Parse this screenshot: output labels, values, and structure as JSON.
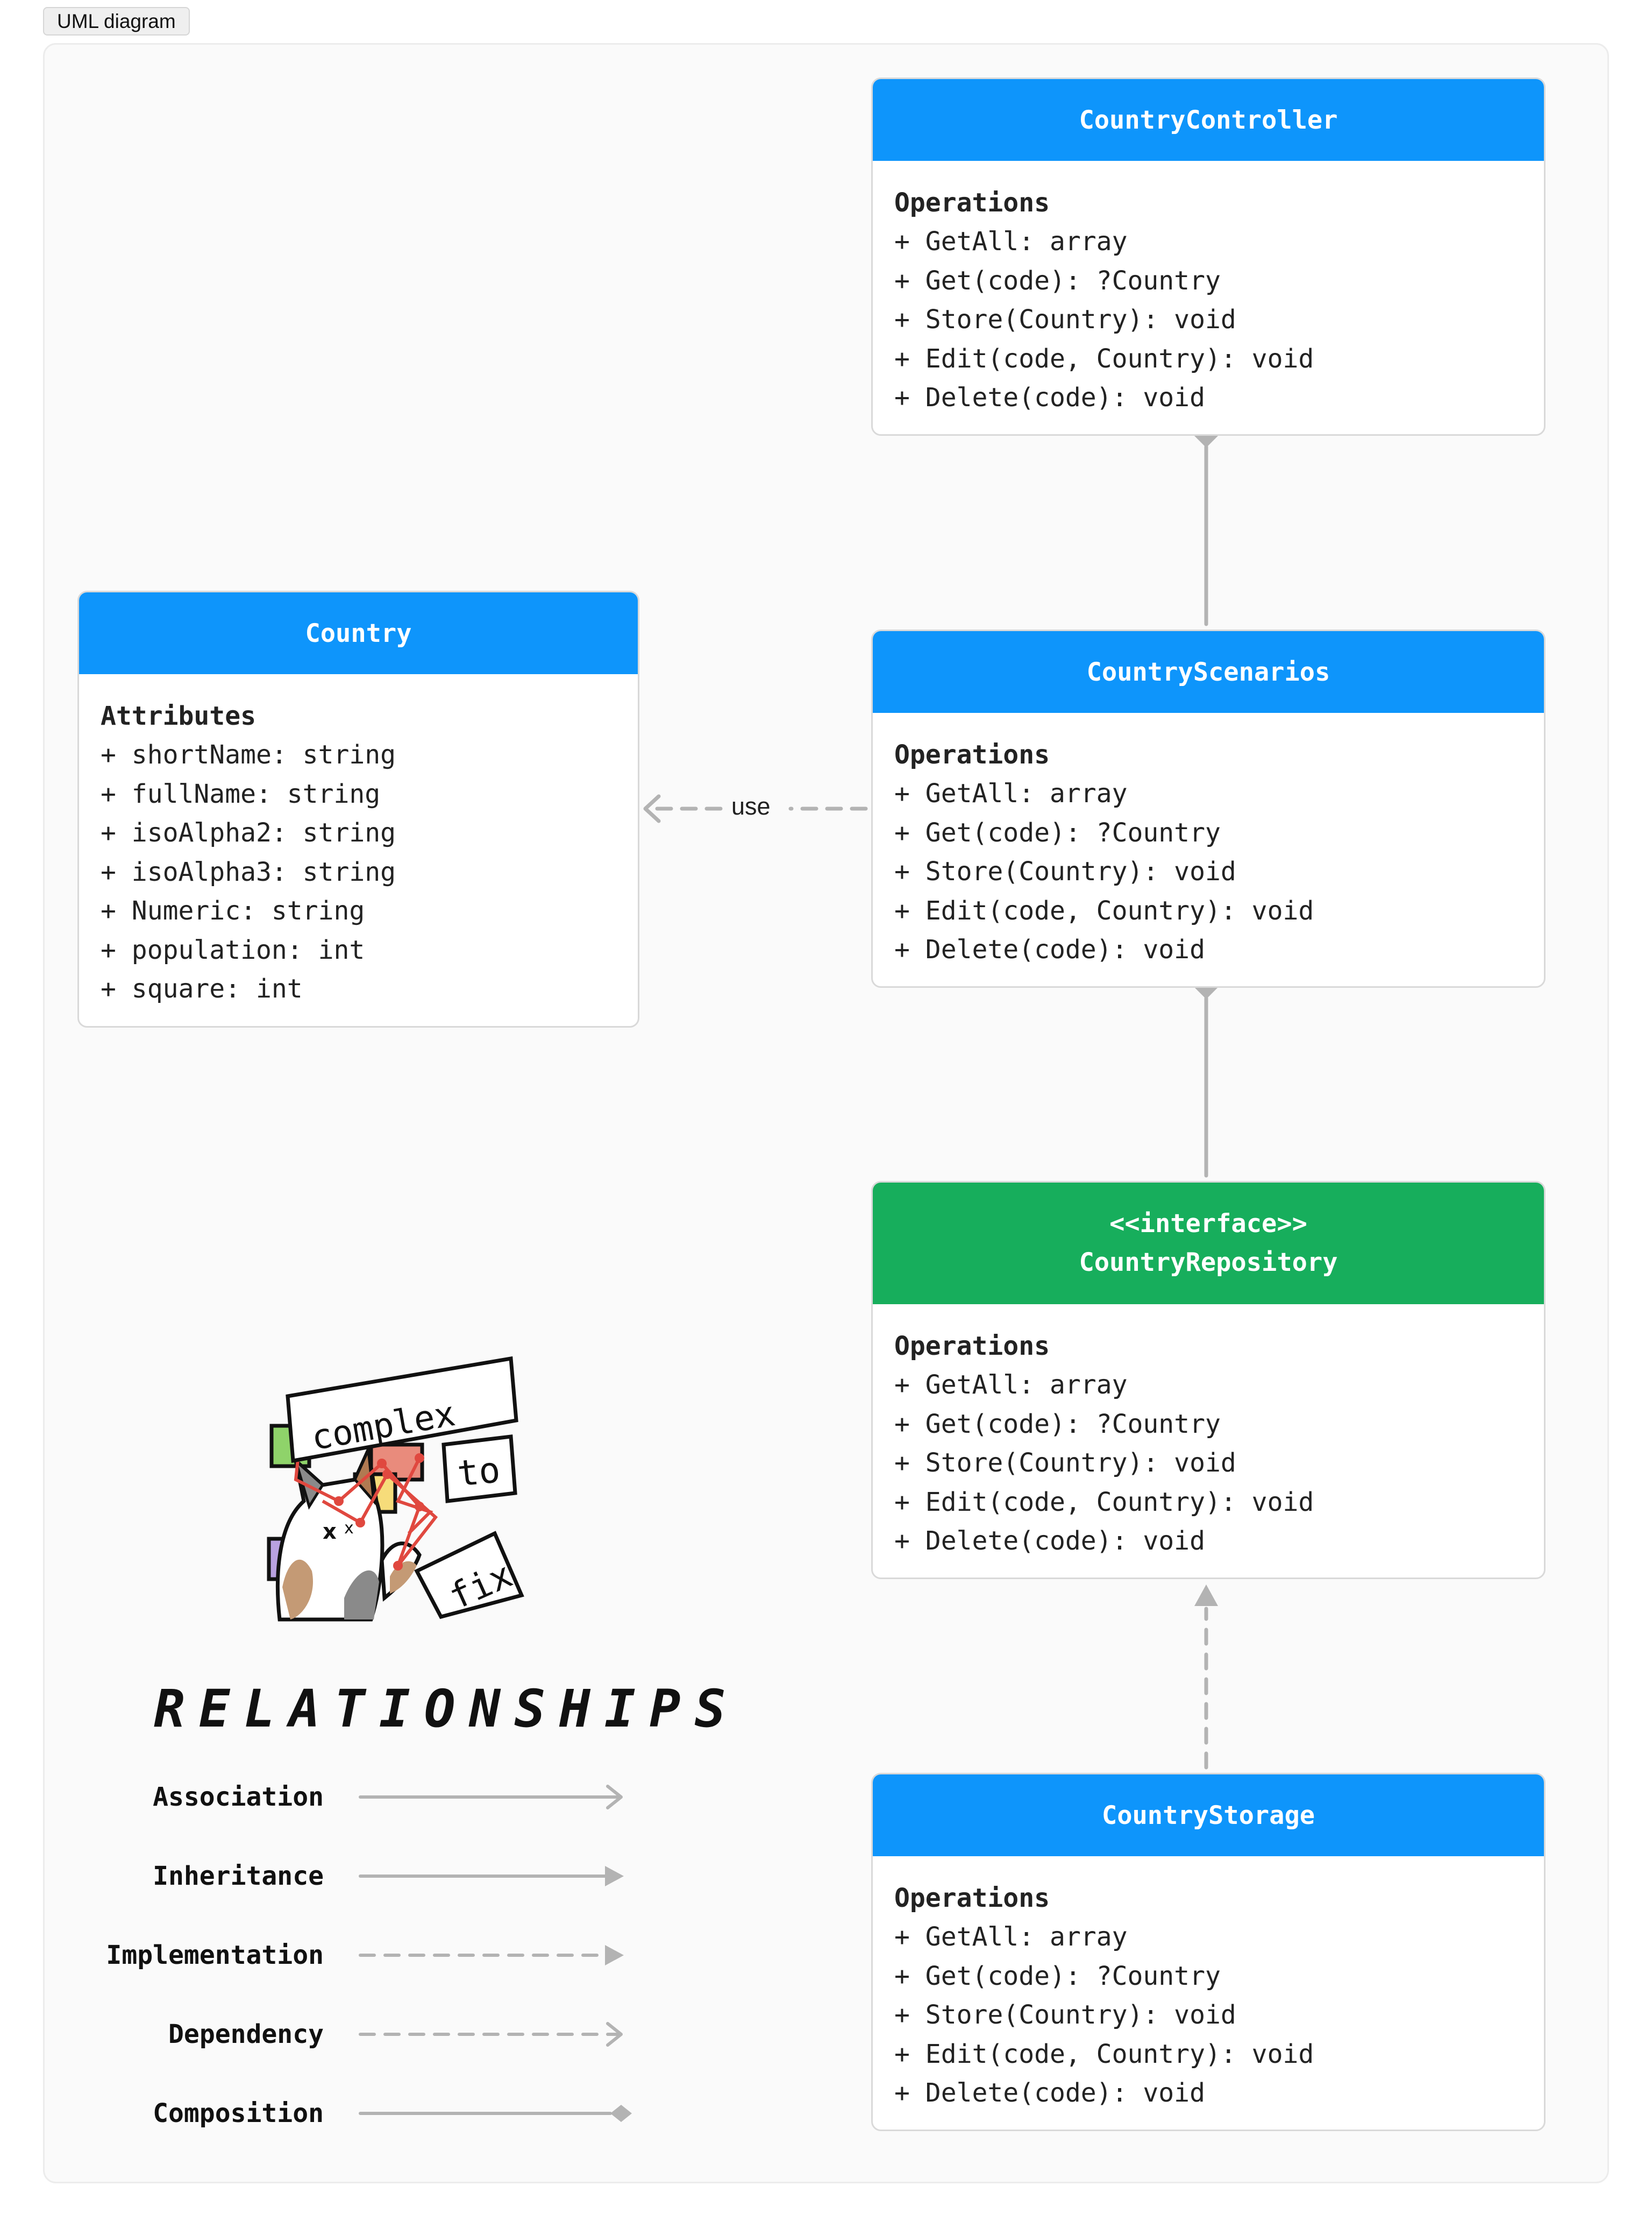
{
  "tag_label": "UML diagram",
  "classes": {
    "controller": {
      "name": "CountryController",
      "section": "Operations",
      "rows": [
        "+ GetAll: array",
        "+ Get(code): ?Country",
        "+ Store(Country): void",
        "+ Edit(code, Country): void",
        "+ Delete(code): void"
      ]
    },
    "country": {
      "name": "Country",
      "section": "Attributes",
      "rows": [
        "+ shortName: string",
        "+ fullName: string",
        "+ isoAlpha2: string",
        "+ isoAlpha3: string",
        "+ Numeric: string",
        "+ population: int",
        "+ square: int"
      ]
    },
    "scenarios": {
      "name": "CountryScenarios",
      "section": "Operations",
      "rows": [
        "+ GetAll: array",
        "+ Get(code): ?Country",
        "+ Store(Country): void",
        "+ Edit(code, Country): void",
        "+ Delete(code): void"
      ]
    },
    "repository": {
      "stereotype": "<<interface>>",
      "name": "CountryRepository",
      "section": "Operations",
      "rows": [
        "+ GetAll: array",
        "+ Get(code): ?Country",
        "+ Store(Country): void",
        "+ Edit(code, Country): void",
        "+ Delete(code): void"
      ]
    },
    "storage": {
      "name": "CountryStorage",
      "section": "Operations",
      "rows": [
        "+ GetAll: array",
        "+ Get(code): ?Country",
        "+ Store(Country): void",
        "+ Edit(code, Country): void",
        "+ Delete(code): void"
      ]
    }
  },
  "edge_label_use": "use",
  "sticker_text": [
    "complex",
    "to",
    "fix"
  ],
  "legend": {
    "title": "RELATIONSHIPS",
    "items": [
      "Association",
      "Inheritance",
      "Implementation",
      "Dependency",
      "Composition"
    ]
  },
  "colors": {
    "class_header": "#0e95fb",
    "interface_header": "#17ae5c",
    "connector": "#b3b3b3"
  }
}
